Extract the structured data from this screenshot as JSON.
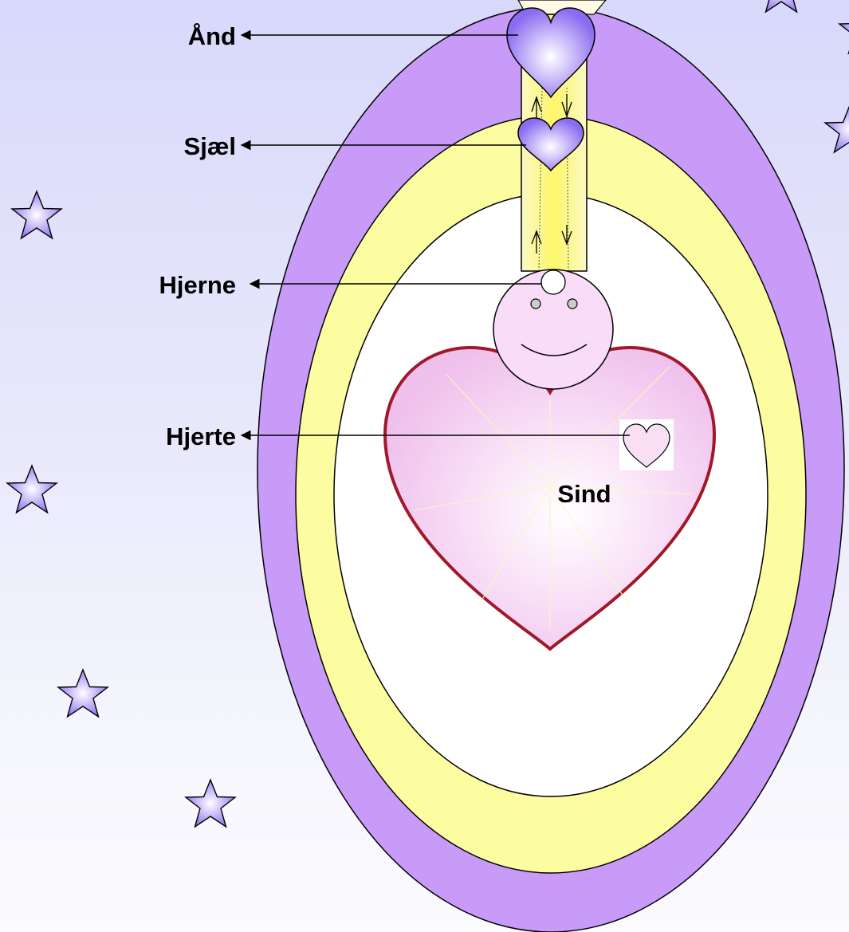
{
  "labels": {
    "and": "Ånd",
    "sjael": "Sjæl",
    "hjerne": "Hjerne",
    "hjerte": "Hjerte",
    "sind": "Sind"
  },
  "colors": {
    "outer_ring": "#c99bf9",
    "middle_ring": "#fcfca0",
    "inner_core": "#ffffff",
    "hearts_purple": "#9b7ff2",
    "big_heart": "#f7d6f5",
    "head": "#f9dcf8",
    "column": "#fbf7a6",
    "star": "#9f88f0"
  }
}
